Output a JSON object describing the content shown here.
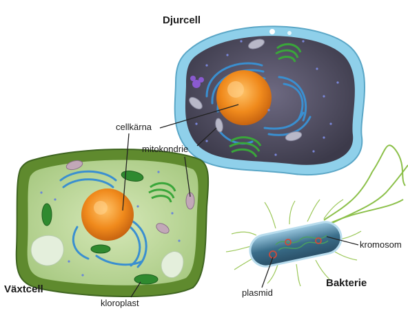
{
  "titles": {
    "animal_cell": "Djurcell",
    "plant_cell": "Växtcell",
    "bacterium": "Bakterie"
  },
  "labels": {
    "nucleus": "cellkärna",
    "mitochondrion": "mitokondrie",
    "chloroplast": "kloroplast",
    "chromosome": "kromosom",
    "plasmid": "plasmid"
  },
  "colors": {
    "animal_membrane": "#8fd0ea",
    "animal_cytoplasm": "#4d4a5c",
    "plant_wall": "#5f8a2e",
    "plant_cytoplasm": "#b9d596",
    "nucleus": "#f08a1c",
    "er": "#3a8fd0",
    "golgi": "#3aa63a",
    "bacterium_body": "#3a6e8a",
    "flagella": "#8cc04a"
  }
}
